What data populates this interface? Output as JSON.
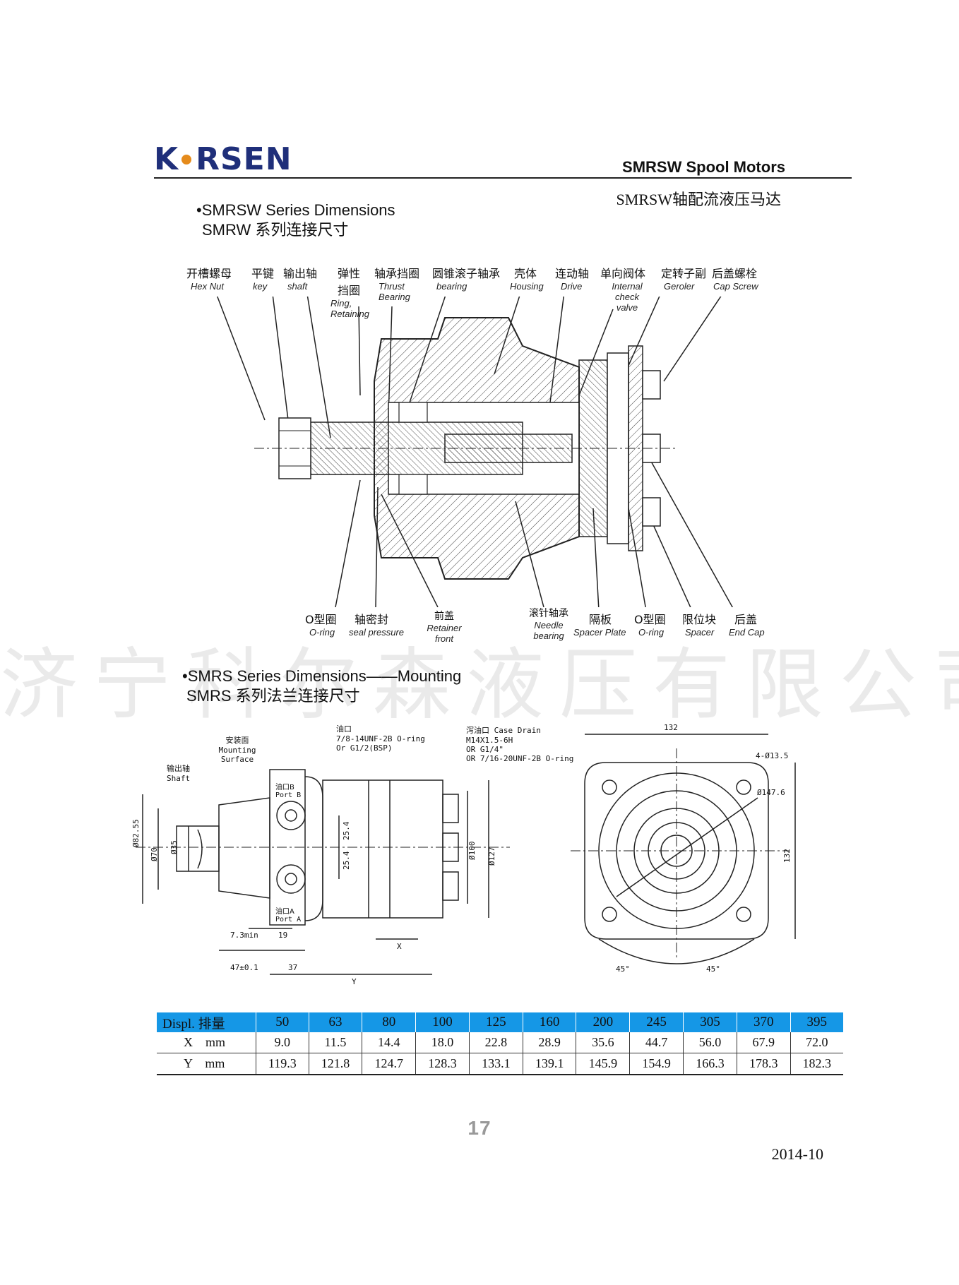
{
  "header": {
    "logo_text_left": "K",
    "logo_text_right": "RSEN",
    "title": "SMRSW  Spool  Motors",
    "subtitle": "SMRSW轴配流液压马达"
  },
  "section1": {
    "title": "•SMRSW  Series Dimensions",
    "subtitle": "SMRW 系列连接尺寸"
  },
  "section2": {
    "title": "•SMRS  Series Dimensions——Mounting",
    "subtitle": "SMRS  系列法兰连接尺寸"
  },
  "top_labels": [
    {
      "cn": "开槽螺母",
      "en": "Hex Nut"
    },
    {
      "cn": "平键",
      "en": "key"
    },
    {
      "cn": "输出轴",
      "en": "shaft"
    },
    {
      "cn": "弹性挡圈",
      "en": "Ring, Retaining"
    },
    {
      "cn": "轴承挡圈",
      "en": "Thrust Bearing"
    },
    {
      "cn": "圆锥滚子轴承",
      "en": "bearing"
    },
    {
      "cn": "壳体",
      "en": "Housing"
    },
    {
      "cn": "连动轴",
      "en": "Drive"
    },
    {
      "cn": "单向阀体",
      "en": "Internal check valve"
    },
    {
      "cn": "定转子副",
      "en": "Geroler"
    },
    {
      "cn": "后盖螺栓",
      "en": "Cap Screw"
    }
  ],
  "bottom_labels": [
    {
      "cn": "O型圈",
      "en": "O-ring"
    },
    {
      "cn": "轴密封",
      "en": "seal pressure"
    },
    {
      "cn": "前盖",
      "en": "Retainer front"
    },
    {
      "cn": "滚针轴承",
      "en": "Needle bearing"
    },
    {
      "cn": "隔板",
      "en": "Spacer Plate"
    },
    {
      "cn": "O型圈",
      "en": "O-ring"
    },
    {
      "cn": "限位块",
      "en": "Spacer"
    },
    {
      "cn": "后盖",
      "en": "End Cap"
    }
  ],
  "mounting_labels": {
    "mount_surface_cn": "安装面",
    "mount_surface_en": "Mounting Surface",
    "shaft_cn": "输出轴",
    "shaft_en": "Shaft",
    "oil_port_cn": "油口",
    "oil_port_line1": "7/8-14UNF-2B O-ring",
    "oil_port_line2": "Or G1/2(BSP)",
    "case_drain_cn": "泻油口 Case Drain",
    "case_drain_line1": "M14X1.5-6H",
    "case_drain_line2": "OR G1/4\"",
    "case_drain_line3": "OR 7/16-20UNF-2B O-ring",
    "port_b_cn": "油口B",
    "port_b_en": "Port B",
    "port_a_cn": "油口A",
    "port_a_en": "Port A",
    "dim_82": "Ø82.55",
    "dim_70": "Ø70",
    "dim_35": "Ø35",
    "dim_25_4a": "25.4",
    "dim_25_4b": "25.4",
    "dim_100": "Ø100",
    "dim_127": "Ø127",
    "dim_7_3": "7.3min",
    "dim_19": "19",
    "dim_47": "47±0.1",
    "dim_37": "37",
    "dim_x": "X",
    "dim_y": "Y",
    "dim_132_top": "132",
    "dim_132_side": "132",
    "dim_holes": "4-Ø13.5",
    "dim_147": "Ø147.6",
    "angle_1": "45°",
    "angle_2": "45°"
  },
  "watermark": "济宁科尔森液压有限公司",
  "table": {
    "header_label": "Displ. 排量",
    "displacements": [
      "50",
      "63",
      "80",
      "100",
      "125",
      "160",
      "200",
      "245",
      "305",
      "370",
      "395"
    ],
    "rows": [
      {
        "label": "X    mm",
        "values": [
          "9.0",
          "11.5",
          "14.4",
          "18.0",
          "22.8",
          "28.9",
          "35.6",
          "44.7",
          "56.0",
          "67.9",
          "72.0"
        ]
      },
      {
        "label": "Y    mm",
        "values": [
          "119.3",
          "121.8",
          "124.7",
          "128.3",
          "133.1",
          "139.1",
          "145.9",
          "154.9",
          "166.3",
          "178.3",
          "182.3"
        ]
      }
    ]
  },
  "footer": {
    "page_number": "17",
    "date": "2014-10"
  }
}
